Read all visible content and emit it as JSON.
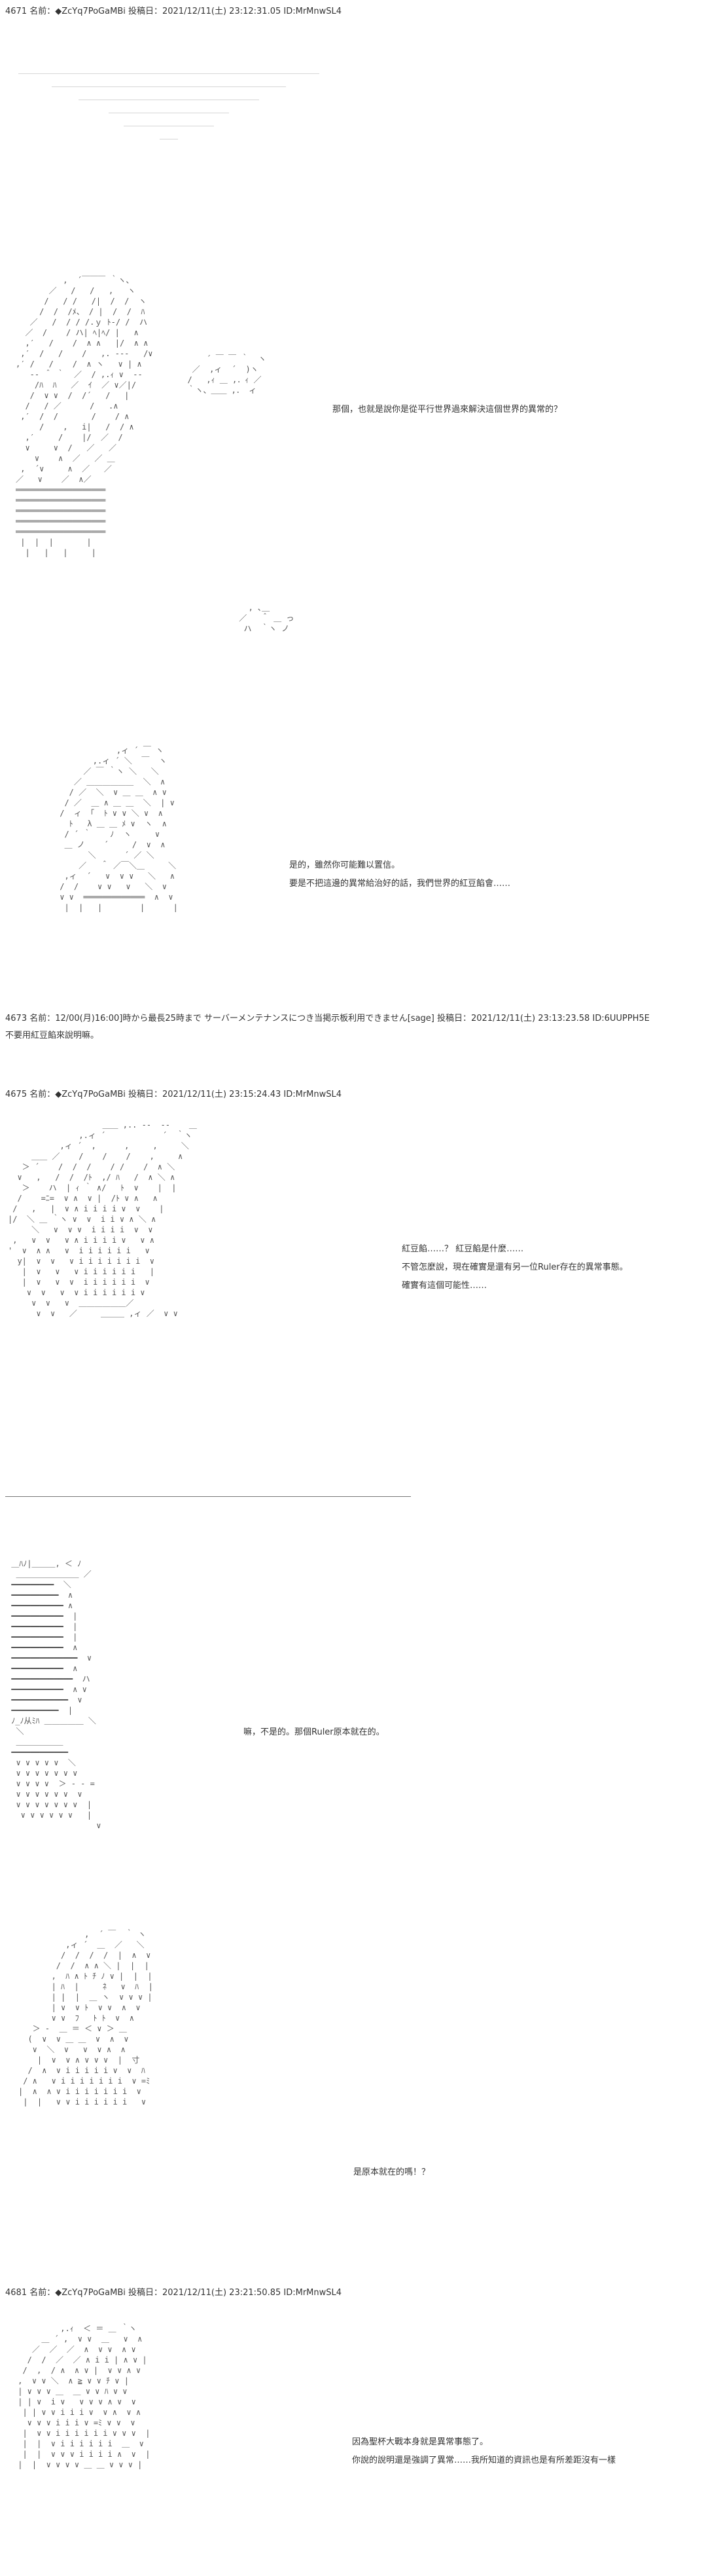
{
  "posts": [
    {
      "header": "4671 名前：◆ZcYq7PoGaMBi 投稿日：2021/12/11(土) 23:12:31.05 ID:MrMnwSL4",
      "dialog": [
        "那個，也就是說你是從平行世界過來解決這個世界的異常的？"
      ]
    },
    {
      "dialog": [
        "是的，雖然你可能難以置信。",
        "要是不把這邊的異常給治好的話，我們世界的紅豆餡會……"
      ]
    },
    {
      "header": "4673 名前：12/00(月)16:00]時から最長25時まで サーバーメンテナンスにつき当掲示板利用できません[sage] 投稿日：2021/12/11(土) 23:13:23.58 ID:6UUPPH5E",
      "body": "不要用紅豆餡來說明嘛。"
    },
    {
      "header": "4675 名前：◆ZcYq7PoGaMBi 投稿日：2021/12/11(土) 23:15:24.43 ID:MrMnwSL4",
      "dialog": [
        "紅豆餡……？ 紅豆餡是什麼……",
        "不管怎麼說，現在確實是還有另一位Ruler存在的異常事態。",
        "確實有這個可能性……"
      ]
    },
    {
      "dialog": [
        "嘛，不是的。那個Ruler原本就在的。"
      ]
    },
    {
      "dialog": [
        "是原本就在的嗎！？"
      ]
    },
    {
      "header": "4681 名前：◆ZcYq7PoGaMBi 投稿日：2021/12/11(土) 23:21:50.85 ID:MrMnwSL4",
      "dialog": [
        "因為聖杯大戰本身就是異常事態了。",
        "你說的說明還是強調了異常……我所知道的資訊也是有所差距沒有一樣"
      ]
    }
  ]
}
